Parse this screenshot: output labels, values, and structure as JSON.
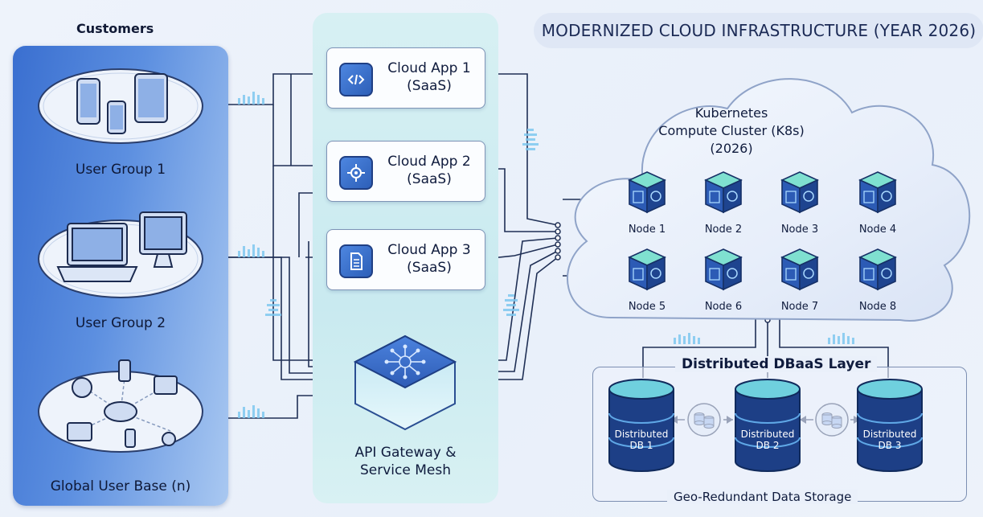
{
  "title": "MODERNIZED CLOUD INFRASTRUCTURE (YEAR 2026)",
  "customers": {
    "heading": "Customers",
    "groups": [
      {
        "label": "User Group 1",
        "icon": "mobile-devices-icon"
      },
      {
        "label": "User Group 2",
        "icon": "laptop-desktop-icon"
      },
      {
        "label": "Global User Base (n)",
        "icon": "globe-network-icon"
      }
    ]
  },
  "apps": [
    {
      "label": "Cloud App 1\n(SaaS)",
      "line1": "Cloud App 1",
      "line2": "(SaaS)",
      "icon": "code-icon"
    },
    {
      "label": "Cloud App 2\n(SaaS)",
      "line1": "Cloud App 2",
      "line2": "(SaaS)",
      "icon": "gear-icon"
    },
    {
      "label": "Cloud App 3\n(SaaS)",
      "line1": "Cloud App 3",
      "line2": "(SaaS)",
      "icon": "document-icon"
    }
  ],
  "gateway": {
    "line1": "API Gateway &",
    "line2": "Service Mesh",
    "icon": "network-hub-icon"
  },
  "cluster": {
    "line1": "Kubernetes",
    "line2": "Compute Cluster (K8s)",
    "line3": "(2026)",
    "nodes": [
      "Node 1",
      "Node 2",
      "Node 3",
      "Node 4",
      "Node 5",
      "Node 6",
      "Node 7",
      "Node 8"
    ]
  },
  "db_layer": {
    "title": "Distributed DBaaS Layer",
    "footer": "Geo-Redundant Data Storage",
    "dbs": [
      {
        "line1": "Distributed",
        "line2": "DB 1"
      },
      {
        "line1": "Distributed",
        "line2": "DB 2"
      },
      {
        "line1": "Distributed",
        "line2": "DB 3"
      }
    ]
  },
  "colors": {
    "panel_blue": "#3a6fd0",
    "panel_teal": "#c9eaf0",
    "wire": "#1f2f55",
    "db_teal": "#6fd0de",
    "db_navy": "#1d3f86",
    "node_green": "#6cd3c4"
  }
}
